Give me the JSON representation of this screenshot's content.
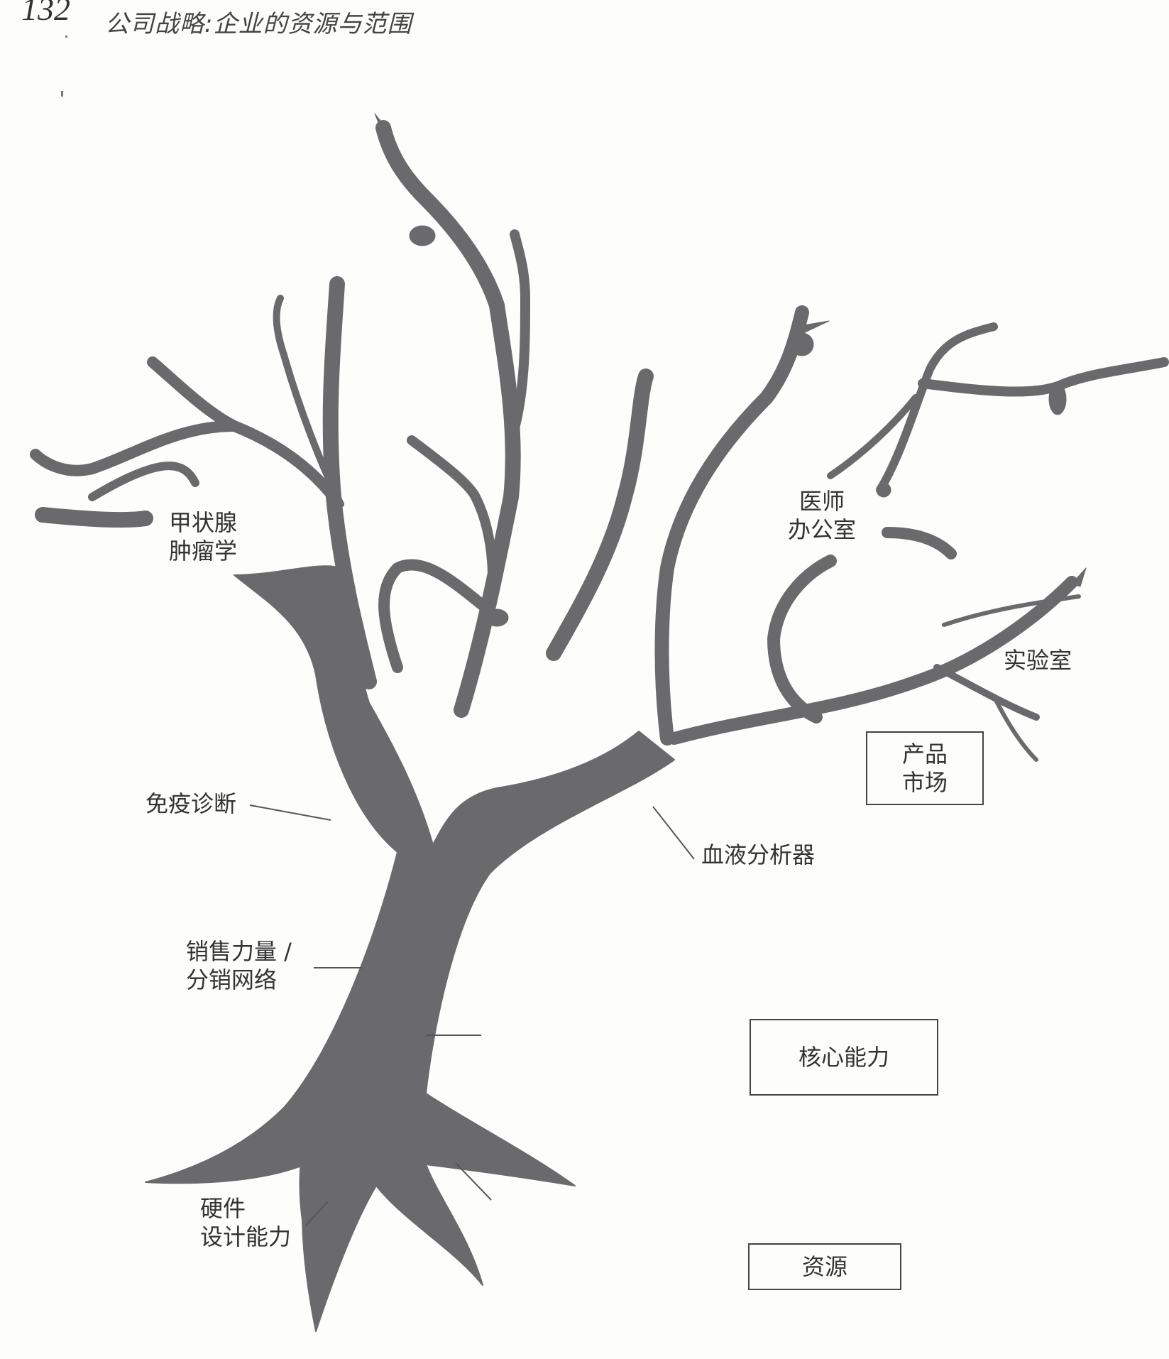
{
  "header": {
    "page_number": "132",
    "running_title": "公司战略:企业的资源与范围"
  },
  "diagram": {
    "colors": {
      "tree": "#6a6a6c",
      "line": "#555555",
      "text": "#333333"
    },
    "labels": {
      "thyroid_oncology": [
        "甲状腺",
        "肿瘤学"
      ],
      "physician_office": [
        "医师",
        "办公室"
      ],
      "laboratory": "实验室",
      "immunodiagnostics": "免疫诊断",
      "blood_analyzer": "血液分析器",
      "sales_force": [
        "销售力量 /",
        "分销网络"
      ],
      "hardware_design": [
        "硬件",
        "设计能力"
      ]
    },
    "legend": {
      "product_market": [
        "产品",
        "市场"
      ],
      "core_competence": "核心能力",
      "resources": "资源"
    }
  }
}
